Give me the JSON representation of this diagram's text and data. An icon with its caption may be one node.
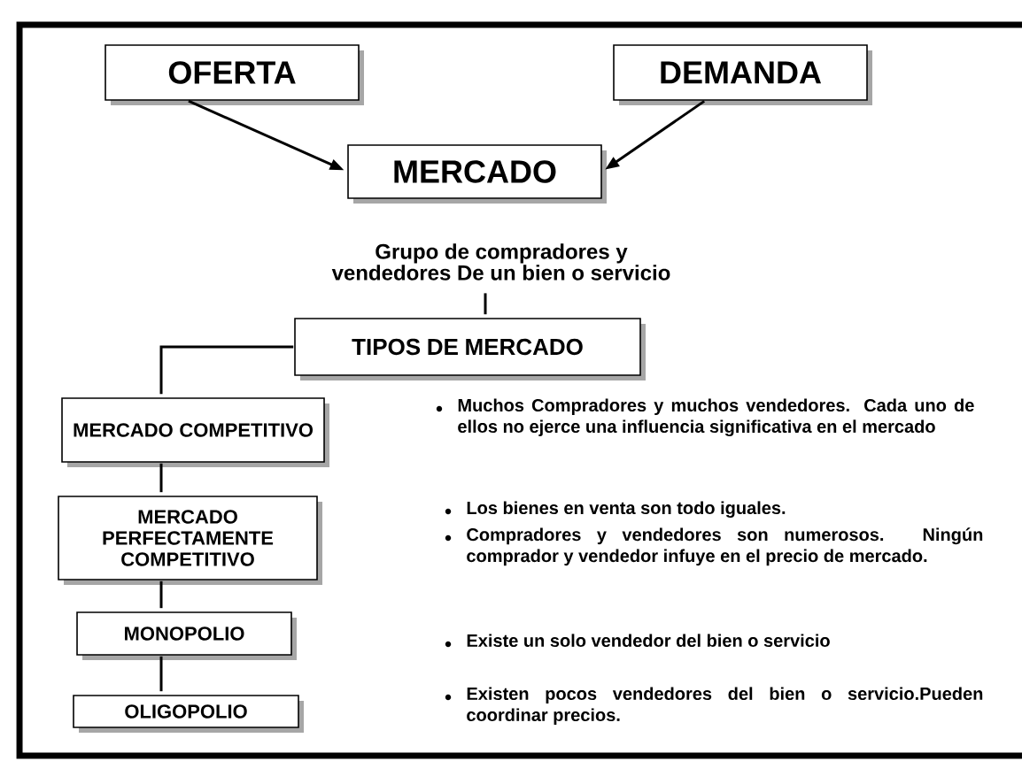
{
  "diagram": {
    "nodes": [
      {
        "text": [
          "OFERTA"
        ]
      },
      {
        "text": [
          "DEMANDA"
        ]
      },
      {
        "text": [
          "MERCADO"
        ]
      },
      {
        "text": [
          "Grupo de compradores y vendedores De un bien o servicio"
        ]
      },
      {
        "text": [
          "TIPOS DE MERCADO"
        ]
      },
      {
        "text": [
          "MERCADO COMPETITIVO"
        ]
      },
      {
        "text": [
          "MERCADO PERFECTAMENTE COMPETITIVO"
        ]
      },
      {
        "text": [
          "MONOPOLIO"
        ]
      },
      {
        "text": [
          "OLIGOPOLIO"
        ]
      }
    ],
    "edges": [
      {
        "from": 0,
        "to": 2,
        "arrow": "to"
      },
      {
        "from": 1,
        "to": 2,
        "arrow": "to"
      },
      {
        "from": 3,
        "to": 4,
        "arrow": "none"
      },
      {
        "from": 4,
        "to": 5,
        "arrow": "none"
      },
      {
        "from": 5,
        "to": 6,
        "arrow": "none"
      },
      {
        "from": 6,
        "to": 7,
        "arrow": "none"
      },
      {
        "from": 7,
        "to": 8,
        "arrow": "none"
      }
    ],
    "labels": [
      "Muchos Compradores y muchos vendedores. Cada uno de ellos no ejerce una influencia significativa en el mercado",
      "Los bienes en venta son todo iguales.",
      "Compradores y vendedores son numerosos. Ningún comprador y vendedor infuye en el precio de mercado.",
      "Existe un solo vendedor del bien o servicio",
      "Existen pocos vendedores del bien o servicio.Pueden coordinar precios."
    ]
  }
}
